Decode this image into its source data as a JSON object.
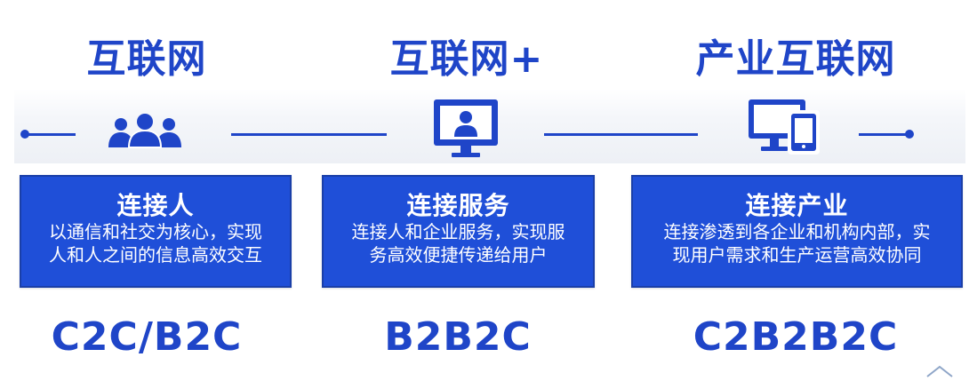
{
  "columns": [
    {
      "title": "互联网",
      "card_title": "连接人",
      "card_lines": [
        "以通信和社交为核心，实现",
        "人和人之间的信息高效交互"
      ],
      "code": "C2C/B2C",
      "icon": "people-group-icon"
    },
    {
      "title": "互联网+",
      "card_title": "连接服务",
      "card_lines": [
        "连接人和企业服务，实现服",
        "务高效便捷传递给用户"
      ],
      "code": "B2B2C",
      "icon": "monitor-user-icon"
    },
    {
      "title": "产业互联网",
      "card_title": "连接产业",
      "card_lines": [
        "连接渗透到各企业和机构内部，实",
        "现用户需求和生产运营高效协同"
      ],
      "code": "C2B2B2C",
      "icon": "devices-icon"
    }
  ],
  "colors": {
    "accent": "#1f45c8",
    "card_bg": "#1f4fd8",
    "card_border": "#1a3fa8",
    "card_text": "#ffffff"
  }
}
